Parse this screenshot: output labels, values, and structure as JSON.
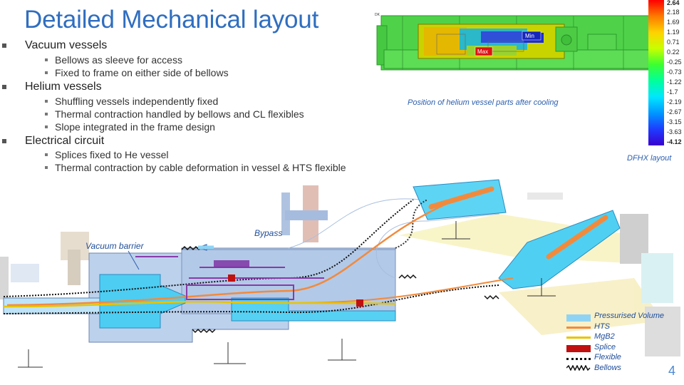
{
  "slide": {
    "title": "Detailed Mechanical layout",
    "page_number": "4",
    "bullets": [
      {
        "label": "Vacuum vessels",
        "sub": [
          "Bellows as sleeve for access",
          "Fixed to frame on either side of bellows"
        ]
      },
      {
        "label": "Helium vessels",
        "sub": [
          "Shuffling vessels independently fixed",
          "Thermal contraction handled by bellows and CL flexibles",
          "Slope integrated in the frame design"
        ]
      },
      {
        "label": "Electrical circuit",
        "sub": [
          "Splices fixed to He vessel",
          "Thermal contraction by cable deformation in vessel & HTS flexible"
        ]
      }
    ]
  },
  "fea_figure": {
    "caption": "Position of helium vessel parts after cooling",
    "min_label": "Min",
    "max_label": "Max",
    "color_scale": [
      "2.64",
      "2.18",
      "1.69",
      "1.19",
      "0.71",
      "0.22",
      "-0.25",
      "-0.73",
      "-1.22",
      "-1.7",
      "-2.19",
      "-2.67",
      "-3.15",
      "-3.63",
      "-4.12"
    ],
    "scale_colors": [
      "#ff0000",
      "#ff5a00",
      "#ff9a00",
      "#ffd200",
      "#f0ff00",
      "#b4ff00",
      "#66ff00",
      "#00ff40",
      "#00ff9c",
      "#00ffe6",
      "#00d8ff",
      "#0096ff",
      "#0055ff",
      "#1e22f0",
      "#3a00d0"
    ]
  },
  "dfhx": {
    "layout_label": "DFHX layout",
    "bypass_label": "Bypass",
    "vacuum_barrier_label": "Vacuum barrier"
  },
  "legend": [
    {
      "label": "Pressurised Volume",
      "color": "#8fd3f4"
    },
    {
      "label": "HTS",
      "color": "#f28a3c"
    },
    {
      "label": "MgB2",
      "color": "#e8c400"
    },
    {
      "label": "Splice",
      "color": "#c01010"
    },
    {
      "label": "Flexible",
      "color": "#111111"
    },
    {
      "label": "Bellows",
      "color": "#111111"
    }
  ]
}
